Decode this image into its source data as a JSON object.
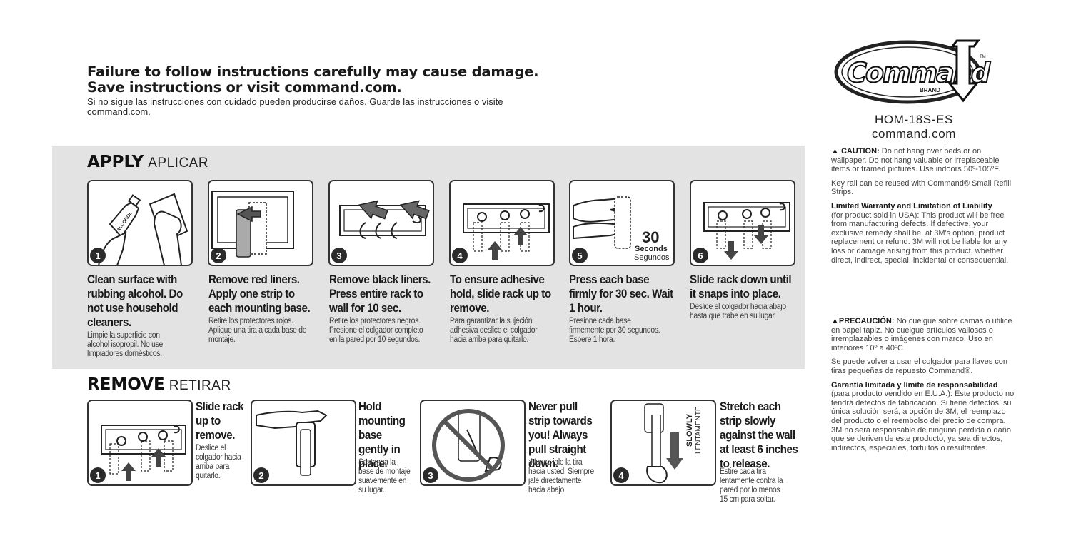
{
  "header": {
    "warning_line1": "Failure to follow instructions carefully may cause damage.",
    "warning_line2": "Save instructions or visit command.com.",
    "warning_es": "Si no sigue las instrucciones con cuidado pueden producirse daños. Guarde las instrucciones o visite command.com."
  },
  "brand": {
    "logo_text": "Command",
    "logo_sub": "BRAND",
    "tm": "TM",
    "sku": "HOM-18S-ES",
    "site": "command.com"
  },
  "apply": {
    "title": "APPLY",
    "title_es": "APLICAR",
    "steps": [
      {
        "num": "1",
        "label": "Clean surface with rubbing alcohol. Do not use household cleaners.",
        "es": "Limpie la superficie con alcohol isopropil. No use limpiadores domésticos.",
        "bottle_label": "ALCOHOL"
      },
      {
        "num": "2",
        "label": "Remove red liners. Apply one strip to each mounting base.",
        "es": "Retire los protectores rojos. Aplique una tira a cada base de montaje."
      },
      {
        "num": "3",
        "label": "Remove black liners. Press entire rack to wall for 10 sec.",
        "es": "Retire los protectores negros. Presione el colgador completo en la pared por 10 segundos."
      },
      {
        "num": "4",
        "label": "To ensure adhesive hold, slide rack up to remove.",
        "es": "Para garantizar la sujeción adhesiva deslice el colgador hacia arriba para quitarlo."
      },
      {
        "num": "5",
        "label": "Press each base firmly for 30 sec. Wait 1 hour.",
        "es": "Presione cada base firmemente por 30 segundos. Espere 1 hora.",
        "timer_value": "30",
        "timer_en": "Seconds",
        "timer_es": "Segundos"
      },
      {
        "num": "6",
        "label": "Slide rack down until it snaps into place.",
        "es": "Deslice el colgador hacia abajo hasta que trabe en su lugar."
      }
    ]
  },
  "remove": {
    "title": "REMOVE",
    "title_es": "RETIRAR",
    "steps": [
      {
        "num": "1",
        "label": "Slide rack up to remove.",
        "es": "Deslice el colgador hacia arriba para quitarlo."
      },
      {
        "num": "2",
        "label": "Hold mounting base gently in place.",
        "es": "Sostenga la base de montaje suavemente en su lugar."
      },
      {
        "num": "3",
        "label": "Never pull strip towards you! Always pull straight down.",
        "es": "¡Nunca jale la tira hacia usted! Siempre jale directamente hacia abajo."
      },
      {
        "num": "4",
        "label": "Stretch each strip slowly against the wall at least 6 inches to release.",
        "es": "Estire cada tira lentamente contra la pared por lo menos 15 cm para soltar.",
        "slowly_en": "SLOWLY",
        "slowly_es": "LENTAMENTE"
      }
    ]
  },
  "sidebar": {
    "caution_label": "CAUTION:",
    "caution_text": "Do not hang over beds or on wallpaper. Do not hang valuable or irreplaceable items or framed pictures. Use indoors 50º-105ºF.",
    "reuse_text": "Key rail can be reused with Command® Small Refill Strips.",
    "warranty_title": "Limited Warranty and Limitation of Liability",
    "warranty_text": "(for product sold in USA): This product will be free from manufacturing defects. If defective, your exclusive remedy shall be, at 3M's option, product replacement or refund. 3M will not be liable for any loss or damage arising from this product, whether direct, indirect, special, incidental or consequential.",
    "precaucion_label": "PRECAUCIÓN:",
    "precaucion_text": "No cuelgue sobre camas o utilice en papel tapiz. No cuelgue artículos valiosos o irremplazables o imágenes con marco. Uso en interiores 10º a 40ºC",
    "reuse_es": "Se puede volver a usar el colgador para llaves con tiras pequeñas de repuesto Command®.",
    "garantia_title": "Garantía limitada y límite de responsabilidad",
    "garantia_text": "(para producto vendido en E.U.A.): Este producto no tendrá defectos de fabricación. Si tiene defectos, su única solución será, a opción de 3M, el reemplazo del producto o el reembolso del precio de compra. 3M no será responsable de ninguna pérdida o daño que se deriven de este producto, ya sea directos, indirectos, especiales, fortuitos o resultantes."
  }
}
